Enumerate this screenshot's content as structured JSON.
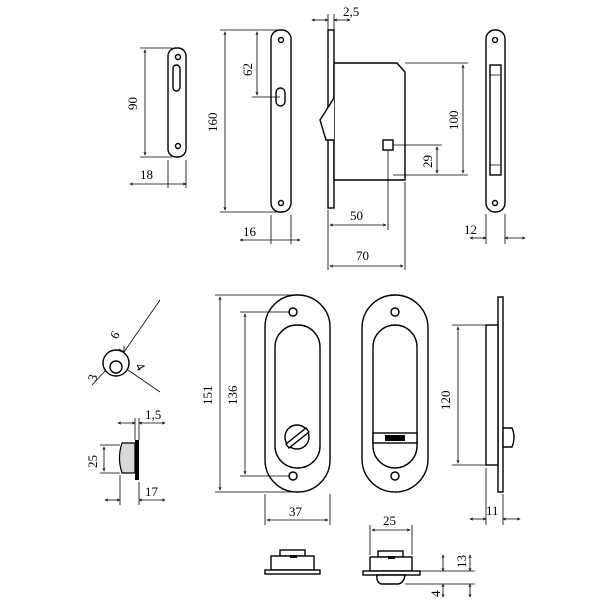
{
  "dimensions": {
    "strike_plate_height": "90",
    "strike_plate_width": "18",
    "faceplate_height": "160",
    "faceplate_slot_offset": "62",
    "faceplate_width": "16",
    "faceplate_thickness": "2,5",
    "backset": "50",
    "body_depth": "70",
    "body_height": "100",
    "spindle_height": "29",
    "edge_width": "12",
    "spindle_outer": "6",
    "spindle_inner": "4",
    "spindle_wall": "3",
    "cylinder_plate": "1,5",
    "cylinder_dia": "25",
    "cylinder_length": "17",
    "handle_height": "151",
    "handle_hole_spacing": "136",
    "handle_width": "37",
    "handle_bottom_width": "25",
    "handle_side_height": "120",
    "handle_side_depth": "11",
    "handle_bottom_height": "13",
    "handle_bottom_knob": "4"
  }
}
